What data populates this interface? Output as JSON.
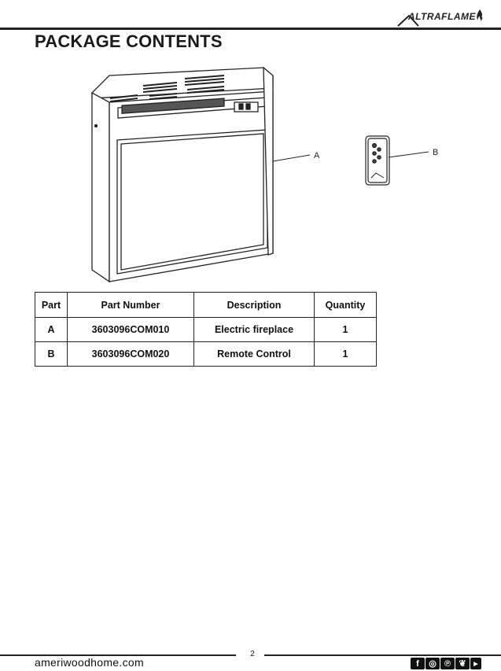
{
  "header": {
    "brand": "ALTRAFLAME"
  },
  "page_title": "PACKAGE CONTENTS",
  "callouts": {
    "a": "A",
    "b": "B"
  },
  "table": {
    "headers": [
      "Part",
      "Part Number",
      "Description",
      "Quantity"
    ],
    "rows": [
      {
        "part": "A",
        "part_number": "3603096COM010",
        "description": "Electric fireplace",
        "quantity": "1"
      },
      {
        "part": "B",
        "part_number": "3603096COM020",
        "description": "Remote Control",
        "quantity": "1"
      }
    ]
  },
  "footer": {
    "page_number": "2",
    "url": "ameriwoodhome.com",
    "social_icons": [
      "facebook-icon",
      "instagram-icon",
      "pinterest-icon",
      "twitter-icon",
      "youtube-icon"
    ]
  }
}
